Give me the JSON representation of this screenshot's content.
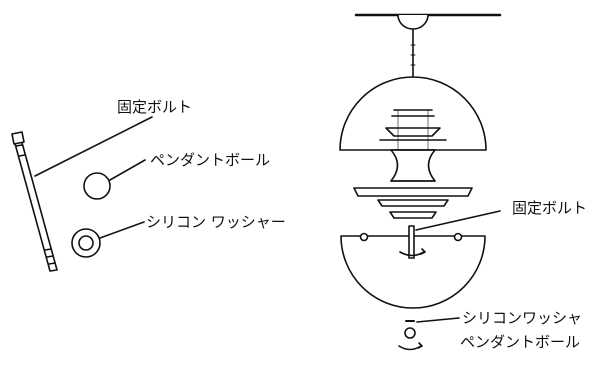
{
  "parts_labels": {
    "bolt": "固定ボルト",
    "ball": "ペンダントボール",
    "washer": "シリコン ワッシャー"
  },
  "assembly_labels": {
    "bolt": "固定ボルト",
    "washer": "シリコンワッシャ",
    "ball": "ペンダントボール"
  },
  "colors": {
    "line": "#111111",
    "fill_dark": "#222222",
    "background": "#ffffff"
  }
}
